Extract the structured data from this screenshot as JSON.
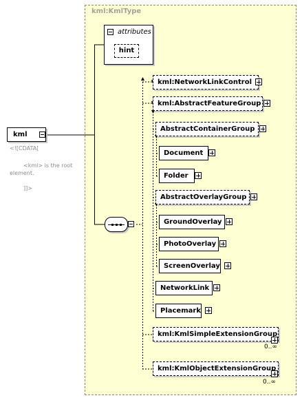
{
  "type_box": {
    "label": "kml:KmlType"
  },
  "attributes": {
    "label": "attributes",
    "hint": "hint"
  },
  "root": {
    "name": "kml",
    "doc_lines": [
      "<![CDATA[",
      "<kml> is the root",
      "element.",
      "]]>"
    ]
  },
  "elements": {
    "network_link_control": "kml:NetworkLinkControl",
    "abstract_feature_group": "kml:AbstractFeatureGroup",
    "abstract_container_group": "AbstractContainerGroup",
    "document": "Document",
    "folder": "Folder",
    "abstract_overlay_group": "AbstractOverlayGroup",
    "ground_overlay": "GroundOverlay",
    "photo_overlay": "PhotoOverlay",
    "screen_overlay": "ScreenOverlay",
    "network_link": "NetworkLink",
    "placemark": "Placemark",
    "kml_simple_extension_group": "kml:KmlSimpleExtensionGroup",
    "kml_object_extension_group": "kml:KmlObjectExtensionGroup"
  },
  "occurrences": {
    "simple_extension": "0..∞",
    "object_extension": "0..∞"
  },
  "icons": {
    "expand": "plus-icon",
    "collapse": "minus-icon",
    "sequence": "sequence-icon"
  }
}
